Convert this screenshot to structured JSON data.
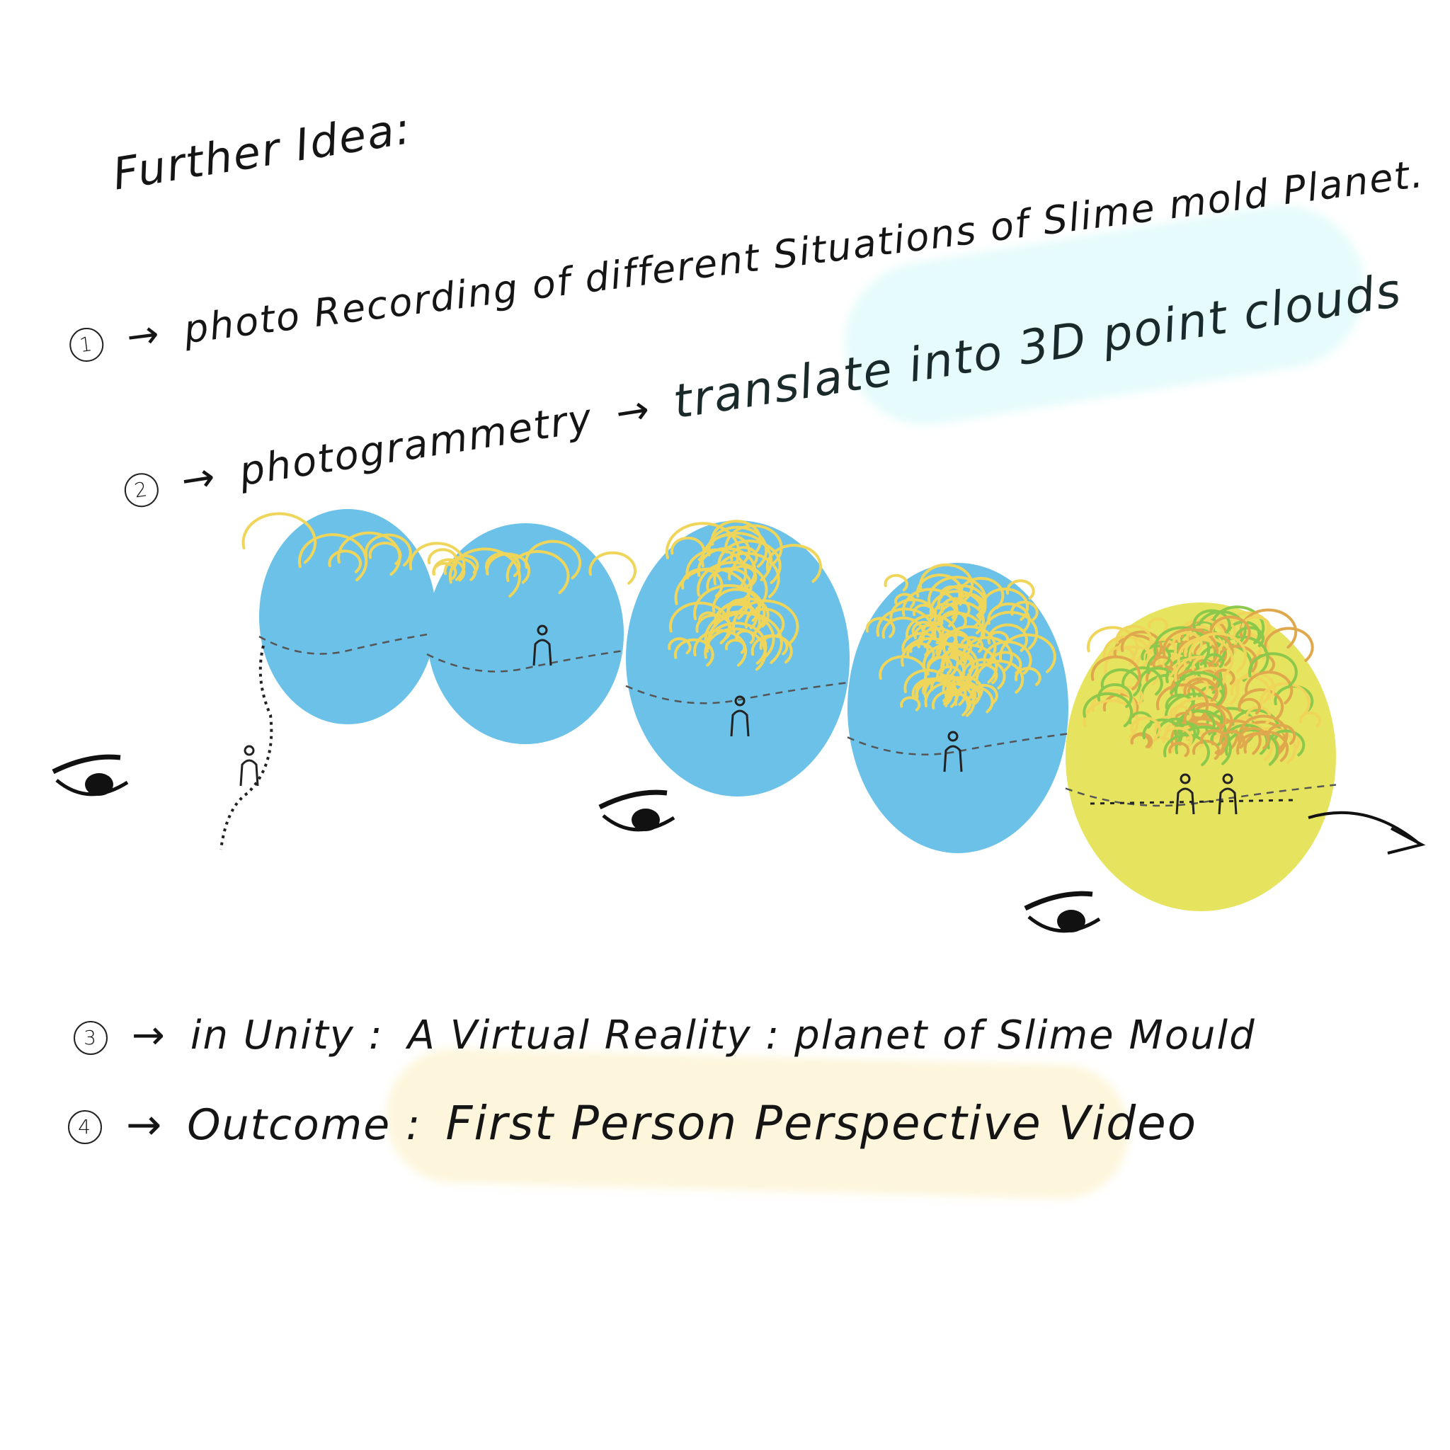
{
  "title": "Further Idea:",
  "steps": [
    {
      "marker": "1",
      "arrow": "→",
      "text": "photo Recording of different Situations of Slime mold Planet."
    },
    {
      "marker": "2",
      "arrow": "→",
      "text": "photogrammetry",
      "arrow2": "→",
      "text2": "translate into 3D point clouds"
    },
    {
      "marker": "3",
      "arrow": "→",
      "label": "in Unity :",
      "text": "A Virtual Reality : planet of Slime Mould"
    },
    {
      "marker": "4",
      "arrow": "→",
      "label": "Outcome :",
      "text": "First Person Perspective Video"
    }
  ],
  "colors": {
    "planet_blue": "#6BC1E8",
    "planet_yellow": "#E6E35F",
    "slime": "#EFD55A",
    "slime_orange": "#E0A84C",
    "slime_green": "#8CC84B",
    "ink": "#151515"
  }
}
